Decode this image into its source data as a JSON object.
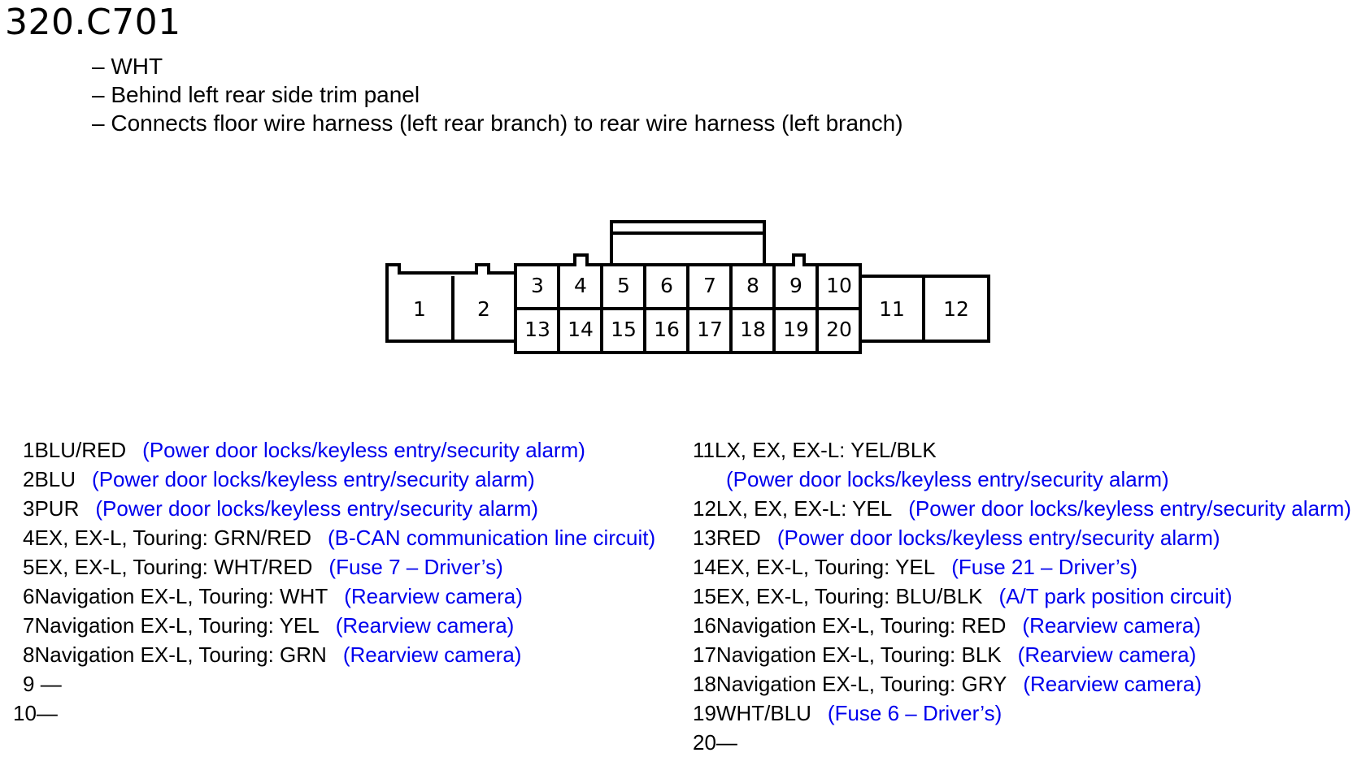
{
  "connector_id": "320.C701",
  "notes": [
    "– WHT",
    "– Behind left rear side trim panel",
    "– Connects floor wire harness (left rear branch) to rear wire harness (left branch)"
  ],
  "cavity_labels": {
    "c1": "1",
    "c2": "2",
    "c3": "3",
    "c4": "4",
    "c5": "5",
    "c6": "6",
    "c7": "7",
    "c8": "8",
    "c9": "9",
    "c10": "10",
    "c11": "11",
    "c12": "12",
    "c13": "13",
    "c14": "14",
    "c15": "15",
    "c16": "16",
    "c17": "17",
    "c18": "18",
    "c19": "19",
    "c20": "20"
  },
  "left_pins": [
    {
      "pin": "1",
      "wire": "BLU/RED",
      "circuit": "(Power door locks/keyless entry/security alarm)"
    },
    {
      "pin": "2",
      "wire": "BLU",
      "circuit": "(Power door locks/keyless entry/security alarm)"
    },
    {
      "pin": "3",
      "wire": "PUR",
      "circuit": "(Power door locks/keyless entry/security alarm)"
    },
    {
      "pin": "4",
      "wire": "EX, EX-L, Touring: GRN/RED",
      "circuit": "(B-CAN communication line circuit)"
    },
    {
      "pin": "5",
      "wire": "EX, EX-L, Touring: WHT/RED",
      "circuit": "(Fuse 7 – Driver’s)"
    },
    {
      "pin": "6",
      "wire": "Navigation EX-L, Touring: WHT",
      "circuit": "(Rearview camera)"
    },
    {
      "pin": "7",
      "wire": "Navigation EX-L, Touring: YEL",
      "circuit": "(Rearview camera)"
    },
    {
      "pin": "8",
      "wire": "Navigation EX-L, Touring: GRN",
      "circuit": "(Rearview camera)"
    },
    {
      "pin": "9",
      "wire": " —",
      "circuit": ""
    },
    {
      "pin": "10",
      "wire": "—",
      "circuit": ""
    }
  ],
  "right_pins": [
    {
      "pin": "11",
      "wire": "LX, EX, EX-L: YEL/BLK",
      "circuit": ""
    },
    {
      "pin": "",
      "wire": "",
      "circuit": "(Power door locks/keyless entry/security alarm)"
    },
    {
      "pin": "12",
      "wire": "LX, EX, EX-L: YEL",
      "circuit": "(Power door locks/keyless entry/security alarm)"
    },
    {
      "pin": "13",
      "wire": "RED",
      "circuit": "(Power door locks/keyless entry/security alarm)"
    },
    {
      "pin": "14",
      "wire": "EX, EX-L, Touring: YEL",
      "circuit": "(Fuse 21 – Driver’s)"
    },
    {
      "pin": "15",
      "wire": "EX, EX-L, Touring: BLU/BLK",
      "circuit": "(A/T park position circuit)"
    },
    {
      "pin": "16",
      "wire": "Navigation EX-L, Touring: RED",
      "circuit": "(Rearview camera)"
    },
    {
      "pin": "17",
      "wire": "Navigation EX-L, Touring: BLK",
      "circuit": "(Rearview camera)"
    },
    {
      "pin": "18",
      "wire": "Navigation EX-L, Touring: GRY",
      "circuit": "(Rearview camera)"
    },
    {
      "pin": "19",
      "wire": "WHT/BLU",
      "circuit": "(Fuse 6 – Driver’s)"
    },
    {
      "pin": "20",
      "wire": "—",
      "circuit": ""
    }
  ],
  "colors": {
    "circuit_text": "#0000ee",
    "outline": "#000000"
  }
}
